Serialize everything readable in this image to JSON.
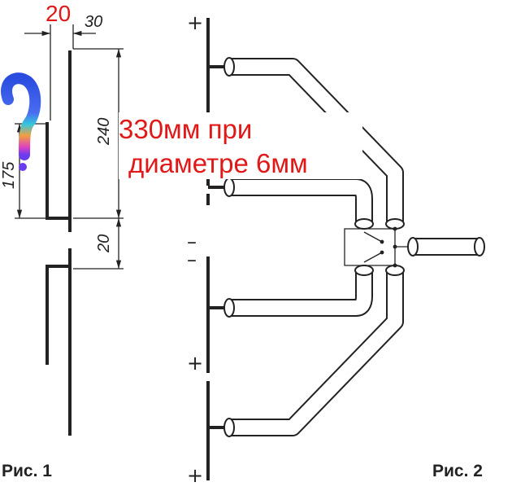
{
  "figure1": {
    "caption": "Рис. 1",
    "dim_top_red": "20",
    "dim_top": "30",
    "dim_240": "240",
    "dim_175": "175",
    "dim_20": "20"
  },
  "figure2": {
    "caption": "Рис. 2",
    "signs": [
      "+",
      "+",
      "–",
      "–",
      "+",
      "+"
    ]
  },
  "annotation": {
    "line1": "330мм при",
    "line2": "диаметре 6мм",
    "color": "#e01818"
  },
  "question_mark": {
    "icon": "question-mark-icon"
  }
}
